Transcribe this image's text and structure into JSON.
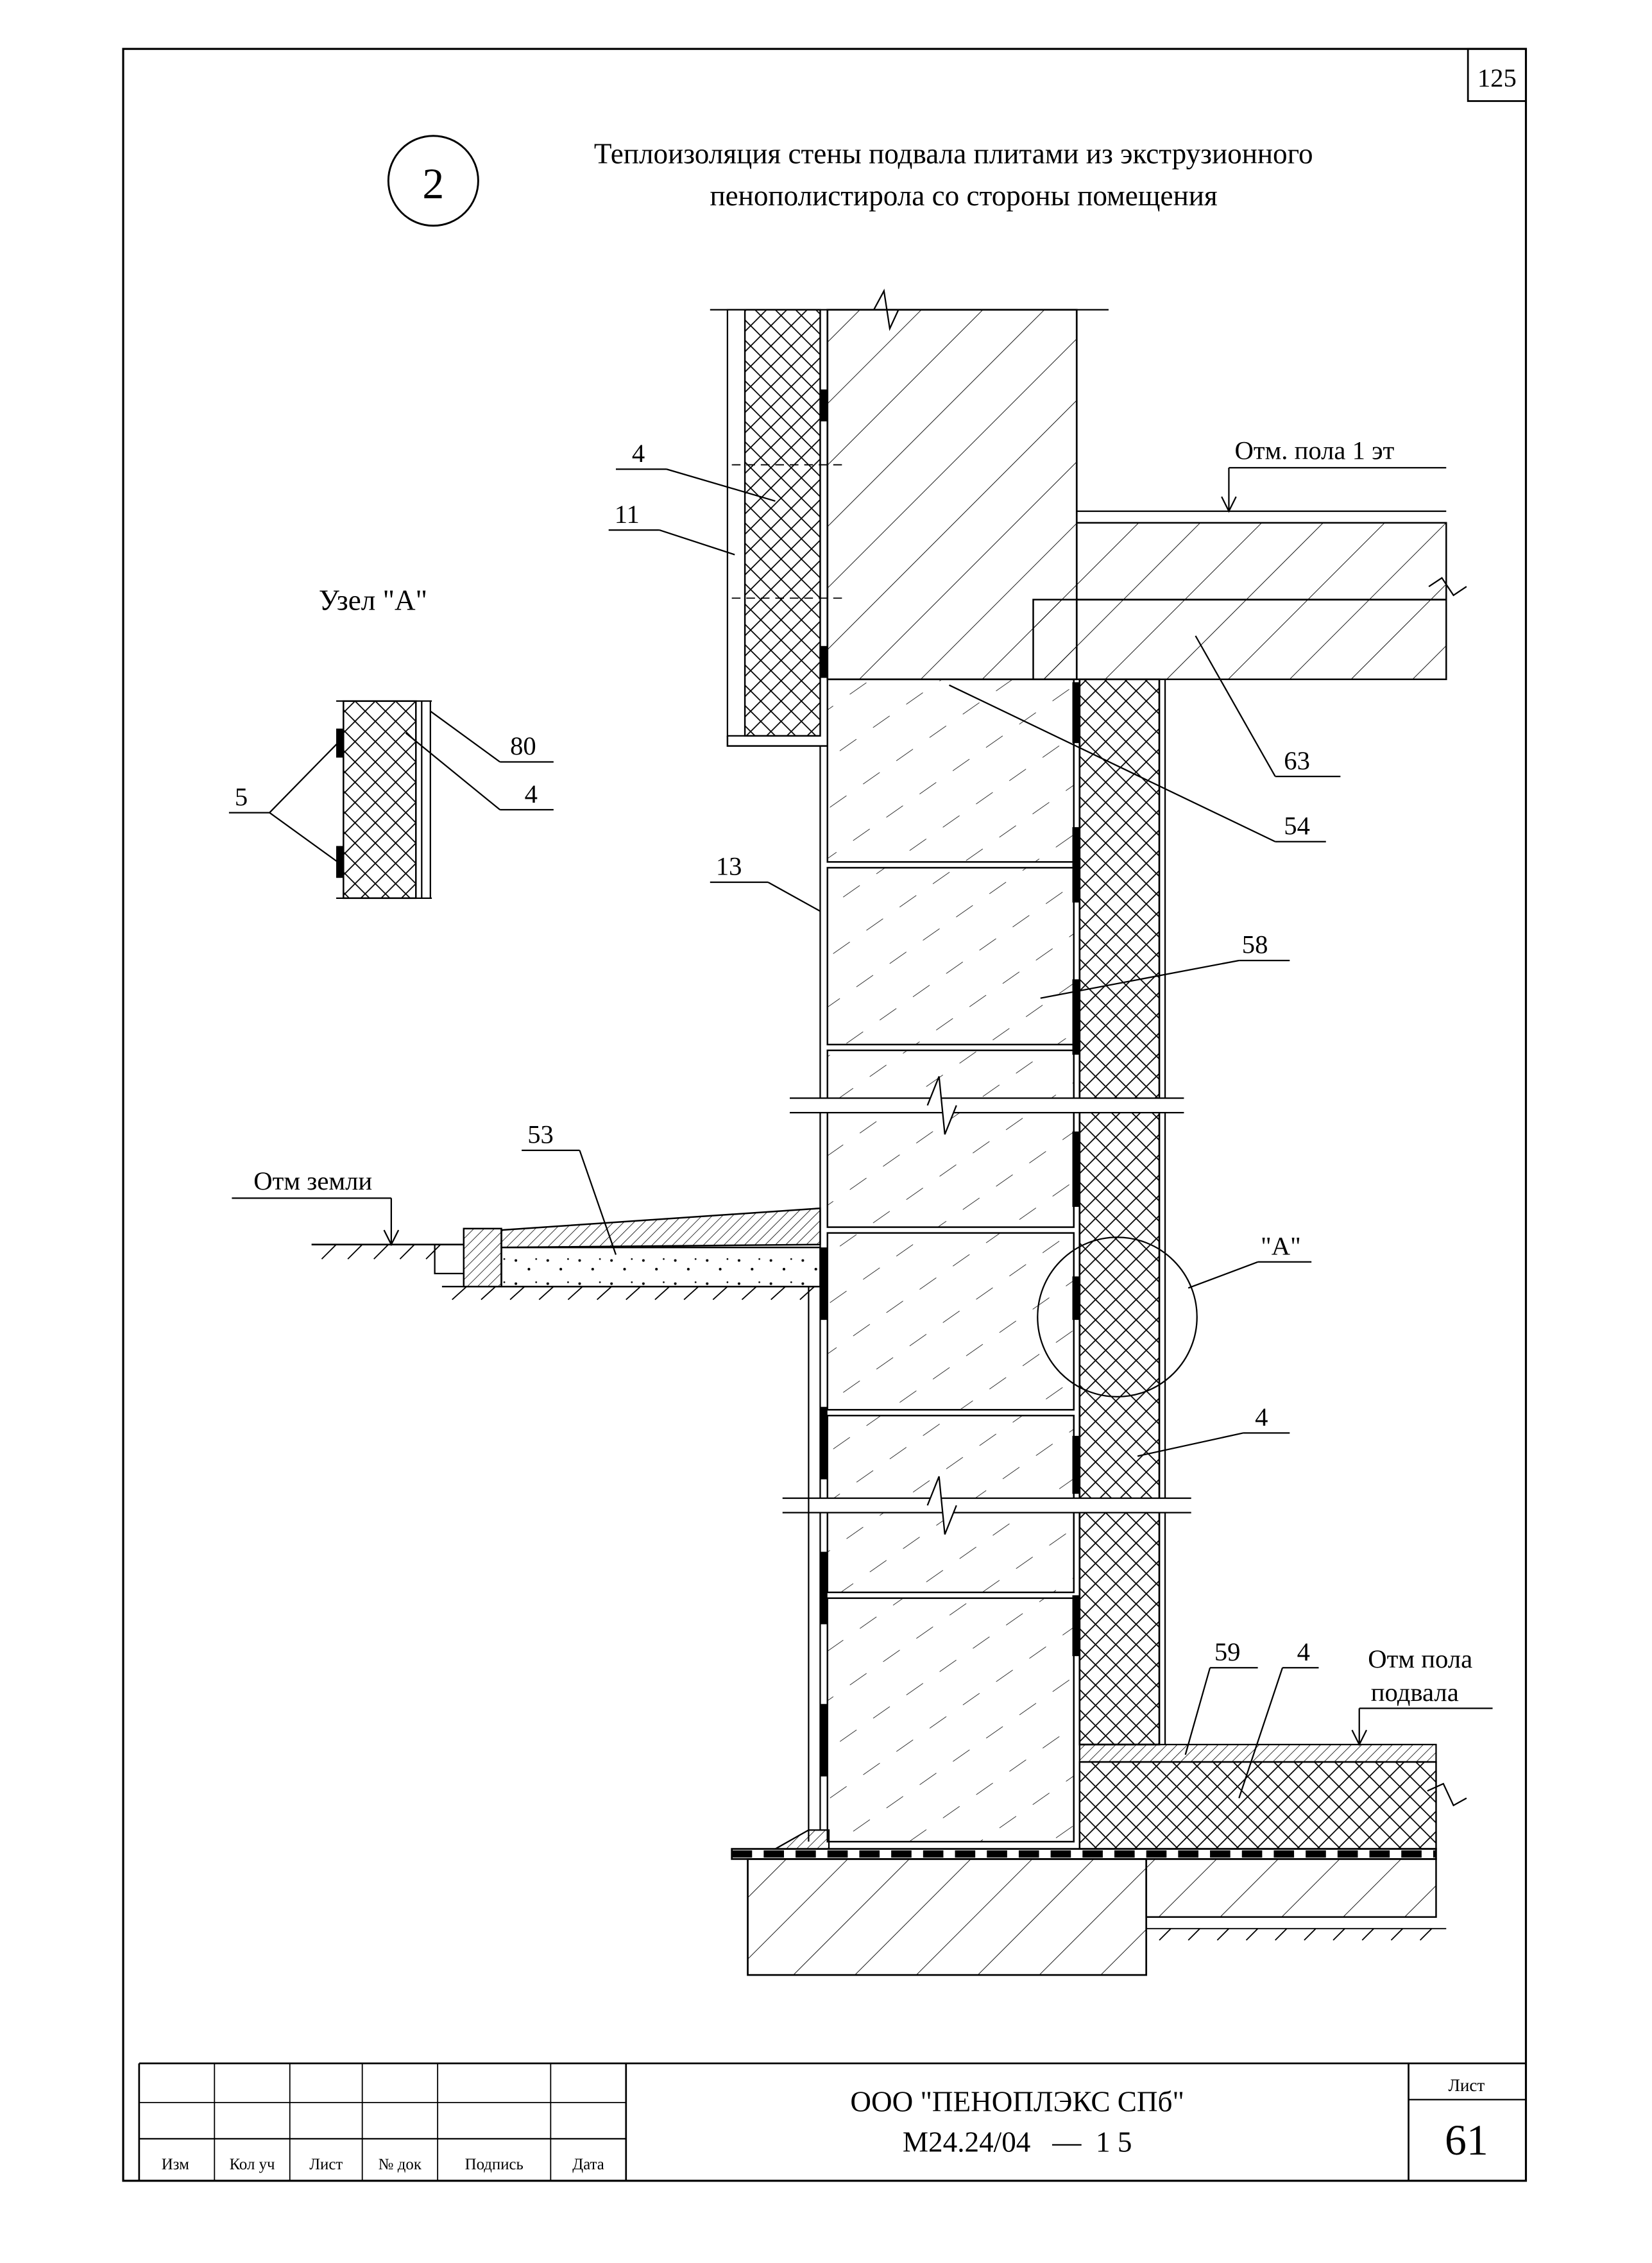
{
  "page_number": "125",
  "node_number": "2",
  "title": {
    "line1": "Теплоизоляция стены подвала плитами из экструзионного",
    "line2": "пенополистирола со стороны помещения"
  },
  "detail": {
    "title": "Узел \"А\"",
    "labels": {
      "l80": "80",
      "l4": "4",
      "l5": "5"
    }
  },
  "callouts": {
    "c4_top": "4",
    "c11": "11",
    "c13": "13",
    "c54": "54",
    "c58": "58",
    "c63": "63",
    "c53": "53",
    "cA": "\"А\"",
    "c4_mid": "4",
    "c59": "59",
    "c4_bot": "4"
  },
  "levels": {
    "floor1": "Отм. пола 1 эт",
    "ground": "Отм  земли",
    "basement_line1": "Отм  пола",
    "basement_line2": "подвала"
  },
  "stamp": {
    "org": "ООО \"ПЕНОПЛЭКС СПб\"",
    "code": "М24.24/04   —  1 5",
    "sheet_label": "Лист",
    "sheet_number": "61",
    "columns": [
      "Изм",
      "Кол уч",
      "Лист",
      "№ док",
      "Подпись",
      "Дата"
    ]
  }
}
